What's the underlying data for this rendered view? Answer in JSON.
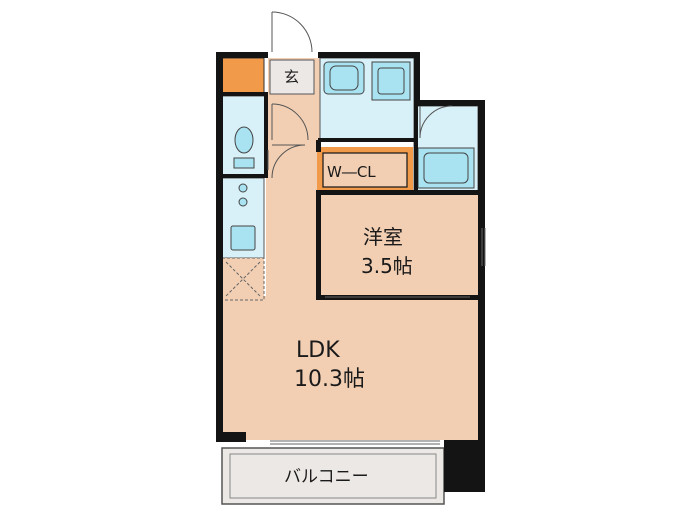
{
  "rooms": {
    "genkan": "玄",
    "wcl": "W―CL",
    "yoshitsu_name": "洋室",
    "yoshitsu_size": "3.5帖",
    "ldk_name": "LDK",
    "ldk_size": "10.3帖",
    "balcony": "バルコニー"
  },
  "colors": {
    "floor": "#f2cfb3",
    "wet_area": "#d8f0f8",
    "fixture": "#a9e3f1",
    "storage_orange": "#f09a4a",
    "balcony": "#ece8e6",
    "wall": "#141414"
  }
}
